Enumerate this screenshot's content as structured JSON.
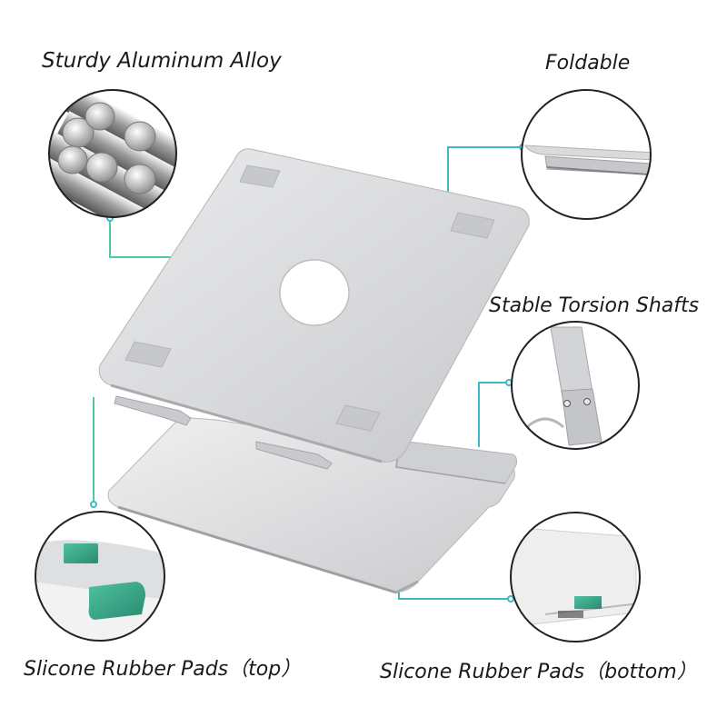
{
  "labels": {
    "alloy": "Sturdy Aluminum Alloy",
    "foldable": "Foldable",
    "shafts": "Stable Torsion Shafts",
    "pads_top": "Slicone Rubber Pads（top）",
    "pads_bottom": "Slicone Rubber Pads（bottom）"
  },
  "colors": {
    "accent_line": "#4cc9a6",
    "accent_line_blue": "#3fb8c8",
    "aluminum": "#d8d9db",
    "pad": "#c9c9c9",
    "circle_border": "#222222",
    "rubber_green": "#3aa882"
  }
}
